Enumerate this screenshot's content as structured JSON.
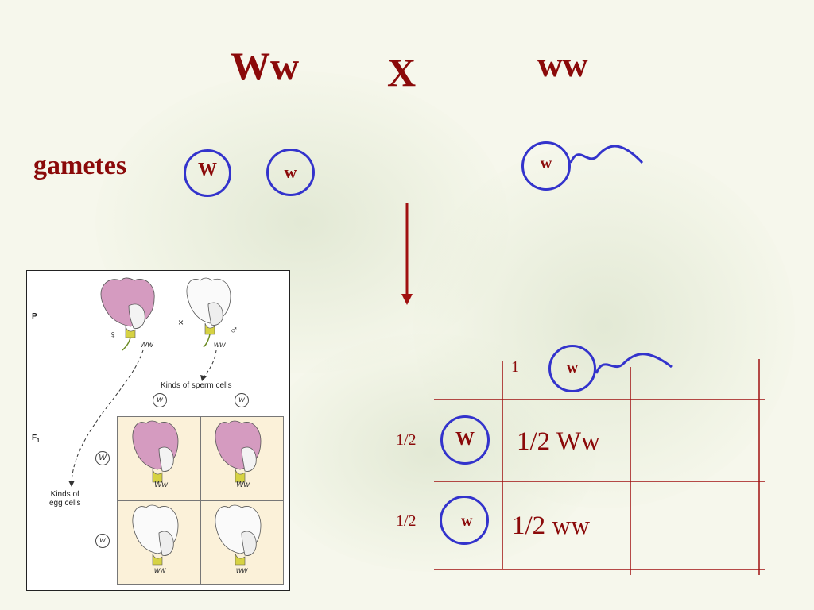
{
  "cross": {
    "parent1": "Ww",
    "times": "X",
    "parent2": "ww"
  },
  "gametes": {
    "label": "gametes",
    "female": [
      "W",
      "w"
    ],
    "male": "w"
  },
  "punnett": {
    "male_fraction": "1",
    "male_gamete": "w",
    "rows": [
      {
        "fraction": "1/2",
        "gamete": "W",
        "offspring": "1/2 Ww"
      },
      {
        "fraction": "1/2",
        "gamete": "w",
        "offspring": "1/2 ww"
      }
    ]
  },
  "colors": {
    "text_red": "#8b0a0a",
    "circle_blue": "#3333cc",
    "line_red": "#a01010"
  },
  "figure": {
    "p_label": "P",
    "f1_label": "F",
    "f1_sub": "1",
    "female_symbol": "♀",
    "male_symbol": "♂",
    "times": "×",
    "parent_female": "Ww",
    "parent_male": "ww",
    "sperm_caption": "Kinds of sperm cells",
    "egg_caption_1": "Kinds of",
    "egg_caption_2": "egg cells",
    "sperm_gametes": [
      "w",
      "w"
    ],
    "egg_gametes": [
      "W",
      "w"
    ],
    "offspring": [
      "Ww",
      "Ww",
      "ww",
      "ww"
    ]
  }
}
